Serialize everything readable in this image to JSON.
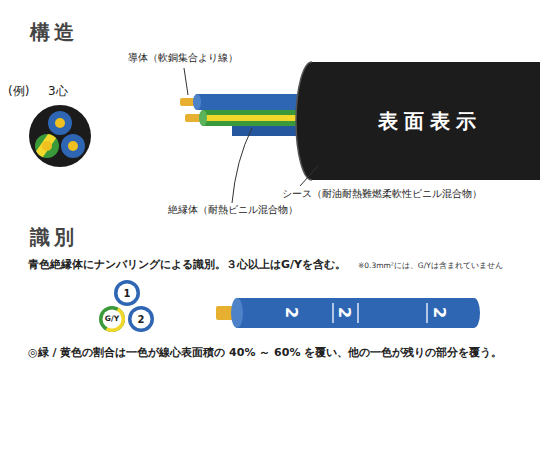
{
  "diagram": {
    "title": "構造",
    "nodes": [
      {
        "text": [
          "表面表示"
        ]
      },
      {
        "text": [
          "1"
        ]
      },
      {
        "text": [
          "G/Y"
        ]
      },
      {
        "text": [
          "2"
        ]
      }
    ],
    "labels": [
      "(例)",
      "3心",
      "導体（軟銅集合より線）",
      "絶縁体（耐熱ビニル混合物）",
      "シース（耐油耐熱難燃柔軟性ビニル混合物）",
      "識別",
      "青色絶縁体にナンバリングによる識別。３心以上はG/Yを含む。",
      "※0.3mm²には、G/Yは含まれていません",
      "2",
      "2",
      "2",
      "◎緑 / 黄色の割合は一色が線心表面積の 40% ～ 60% を覆い、他の一色が残りの部分を覆う。"
    ]
  }
}
